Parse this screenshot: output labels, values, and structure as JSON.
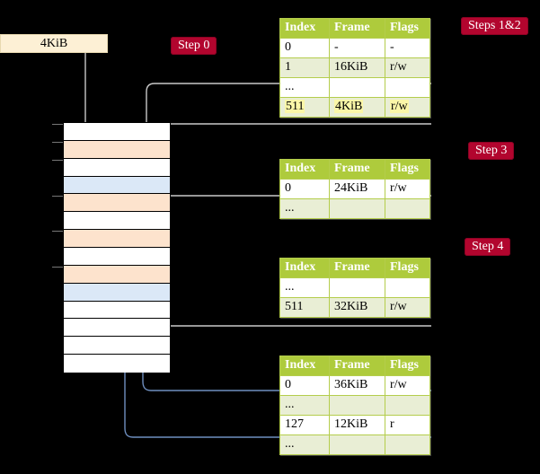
{
  "diagram": {
    "title_hidden": "",
    "vaddr": {
      "label": "4KiB"
    },
    "steps": [
      {
        "id": "step0",
        "label": "Step 0"
      },
      {
        "id": "step12",
        "label": "Steps 1&2"
      },
      {
        "id": "step3",
        "label": "Step 3"
      },
      {
        "id": "step4",
        "label": "Step 4"
      }
    ],
    "colors": {
      "badge": "#b2052e",
      "table_header": "#aecb3c",
      "table_alt_row": "#e9eed5",
      "table_border": "#b4cd4c",
      "mem_orange": "#fde3cd",
      "mem_blue": "#dbe8f7",
      "vaddr_fill": "#fdf0d5",
      "highlight": "#fbf7a8",
      "wire_gray": "#c9c9c9",
      "wire_blue": "#6f8fc0",
      "background": "#000000"
    },
    "memory": {
      "name": "physical-memory-column",
      "row_count": 14,
      "rows": [
        {
          "index": 0,
          "fill": "white"
        },
        {
          "index": 1,
          "fill": "orange"
        },
        {
          "index": 2,
          "fill": "white"
        },
        {
          "index": 3,
          "fill": "blue"
        },
        {
          "index": 4,
          "fill": "orange"
        },
        {
          "index": 5,
          "fill": "white"
        },
        {
          "index": 6,
          "fill": "orange"
        },
        {
          "index": 7,
          "fill": "white"
        },
        {
          "index": 8,
          "fill": "orange"
        },
        {
          "index": 9,
          "fill": "blue"
        },
        {
          "index": 10,
          "fill": "white"
        },
        {
          "index": 11,
          "fill": "white"
        },
        {
          "index": 12,
          "fill": "white"
        },
        {
          "index": 13,
          "fill": "white"
        }
      ]
    },
    "tables": [
      {
        "id": "table-level4",
        "columns": [
          "Index",
          "Frame",
          "Flags"
        ],
        "rows": [
          {
            "style": "plain",
            "cells": [
              "0",
              "-",
              "-"
            ],
            "highlight": false
          },
          {
            "style": "alt",
            "cells": [
              "1",
              "16KiB",
              "r/w"
            ],
            "highlight": false
          },
          {
            "style": "plain",
            "cells": [
              "...",
              "",
              ""
            ],
            "highlight": false
          },
          {
            "style": "alt",
            "cells": [
              "511",
              "4KiB",
              "r/w"
            ],
            "highlight": true
          }
        ]
      },
      {
        "id": "table-level3",
        "columns": [
          "Index",
          "Frame",
          "Flags"
        ],
        "rows": [
          {
            "style": "plain",
            "cells": [
              "0",
              "24KiB",
              "r/w"
            ],
            "highlight": false
          },
          {
            "style": "alt",
            "cells": [
              "...",
              "",
              ""
            ],
            "highlight": false
          }
        ]
      },
      {
        "id": "table-level2",
        "columns": [
          "Index",
          "Frame",
          "Flags"
        ],
        "rows": [
          {
            "style": "plain",
            "cells": [
              "...",
              "",
              ""
            ],
            "highlight": false
          },
          {
            "style": "alt",
            "cells": [
              "511",
              "32KiB",
              "r/w"
            ],
            "highlight": false
          }
        ]
      },
      {
        "id": "table-level1",
        "columns": [
          "Index",
          "Frame",
          "Flags"
        ],
        "rows": [
          {
            "style": "plain",
            "cells": [
              "0",
              "36KiB",
              "r/w"
            ],
            "highlight": false
          },
          {
            "style": "alt",
            "cells": [
              "...",
              "",
              ""
            ],
            "highlight": false
          },
          {
            "style": "plain",
            "cells": [
              "127",
              "12KiB",
              "r"
            ],
            "highlight": false
          },
          {
            "style": "alt",
            "cells": [
              "...",
              "",
              ""
            ],
            "highlight": false
          }
        ]
      }
    ]
  }
}
